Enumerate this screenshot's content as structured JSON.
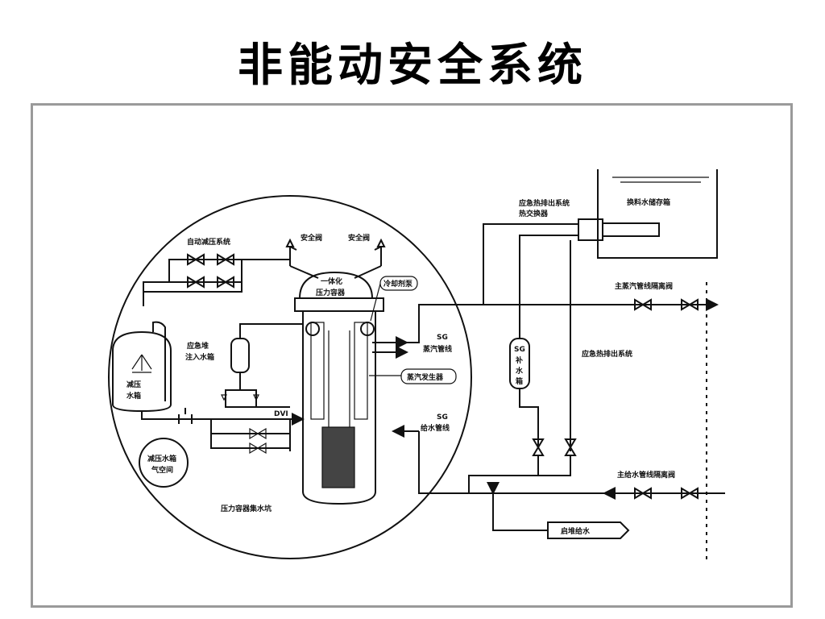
{
  "slide": {
    "title": "非能动安全系统"
  },
  "diagram": {
    "labels": {
      "auto_depress": "自动减压系统",
      "safety_valve_1": "安全阀",
      "safety_valve_2": "安全阀",
      "integrated_rpv_1": "一体化",
      "integrated_rpv_2": "压力容器",
      "coolant_pump": "冷却剂泵",
      "emergency_injection_1": "应急堆",
      "emergency_injection_2": "注入水箱",
      "sg_steam_1": "SG",
      "sg_steam_2": "蒸汽管线",
      "steam_generator": "蒸汽发生器",
      "suppression_tank_1": "减压",
      "suppression_tank_2": "水箱",
      "dvi": "DVI",
      "sg_feed_1": "SG",
      "sg_feed_2": "给水管线",
      "suppression_air_1": "减压水箱",
      "suppression_air_2": "气空间",
      "rpv_sump": "压力容器集水坑",
      "emergency_hx_1": "应急热排出系统",
      "emergency_hx_2": "热交换器",
      "refuel_tank": "换料水储存箱",
      "main_steam_iso": "主蒸汽管线隔离阀",
      "emergency_heat_removal": "应急热排出系统",
      "sg_makeup_1": "SG",
      "sg_makeup_2": "补",
      "sg_makeup_3": "水",
      "sg_makeup_4": "箱",
      "main_feed_iso": "主给水管线隔离阀",
      "startup_feed": "启堆给水"
    }
  }
}
